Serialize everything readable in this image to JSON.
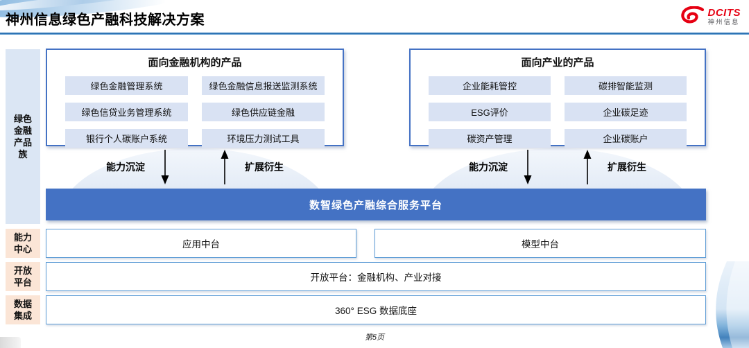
{
  "header": {
    "title": "神州信息绿色产融科技解决方案",
    "logo_brand": "DCITS",
    "logo_cn": "神州信息"
  },
  "sidebar": {
    "items": [
      {
        "label": "绿色金融产品族"
      },
      {
        "label": "能力中心"
      },
      {
        "label": "开放平台"
      },
      {
        "label": "数据集成"
      }
    ]
  },
  "products_financial": {
    "title": "面向金融机构的产品",
    "items": [
      "绿色金融管理系统",
      "绿色金融信息报送监测系统",
      "绿色信贷业务管理系统",
      "绿色供应链金融",
      "银行个人碳账户系统",
      "环境压力测试工具"
    ]
  },
  "products_industry": {
    "title": "面向产业的产品",
    "items": [
      "企业能耗管控",
      "碳排智能监测",
      "ESG评价",
      "企业碳足迹",
      "碳资产管理",
      "企业碳账户"
    ]
  },
  "arrows": {
    "down_label": "能力沉淀",
    "up_label": "扩展衍生"
  },
  "platform": {
    "label": "数智绿色产融综合服务平台"
  },
  "capability_row": {
    "items": [
      "应用中台",
      "模型中台"
    ]
  },
  "open_row": {
    "label": "开放平台：金融机构、产业对接"
  },
  "data_row": {
    "label": "360° ESG 数据底座"
  },
  "footer": {
    "page": "第5页"
  },
  "colors": {
    "accent_blue": "#4472C4",
    "row_border_blue": "#5B9BD5",
    "chip_blue": "#D9E2F3",
    "sidebar_blue": "#DBE6F4",
    "sidebar_peach": "#FBE5D6",
    "header_line_blue": "#2E74B5",
    "brand_red": "#E60012"
  }
}
